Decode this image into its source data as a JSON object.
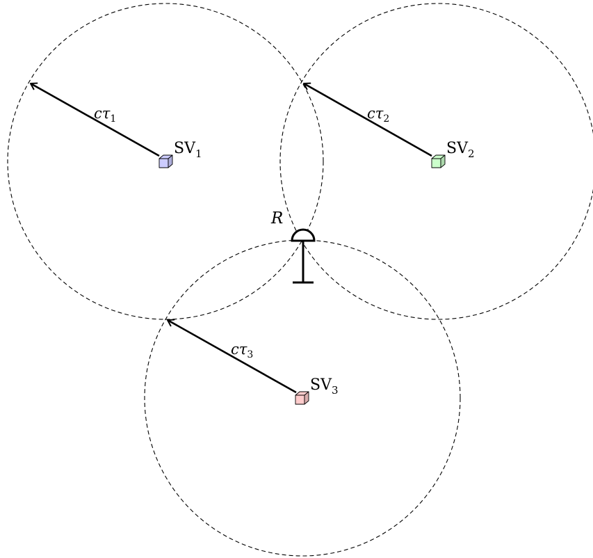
{
  "receiver": {
    "label": "R"
  },
  "satellites": [
    {
      "id": "sv1",
      "label": "SV",
      "subscript": "1",
      "color": "#ccccff",
      "range_label": {
        "c": "c",
        "tau": "τ",
        "sub": "1"
      }
    },
    {
      "id": "sv2",
      "label": "SV",
      "subscript": "2",
      "color": "#ccffcc",
      "range_label": {
        "c": "c",
        "tau": "τ",
        "sub": "2"
      }
    },
    {
      "id": "sv3",
      "label": "SV",
      "subscript": "3",
      "color": "#ffcccc",
      "range_label": {
        "c": "c",
        "tau": "τ",
        "sub": "3"
      }
    }
  ]
}
